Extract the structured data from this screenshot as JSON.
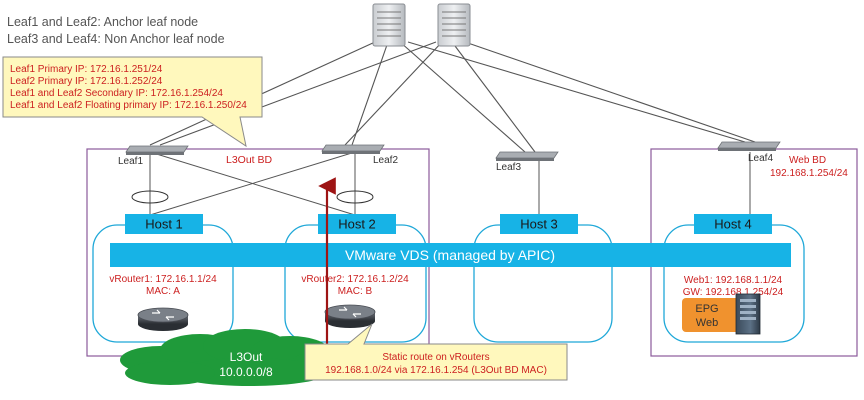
{
  "legend": {
    "line1": "Leaf1 and Leaf2: Anchor leaf node",
    "line2": "Leaf3 and Leaf4: Non Anchor leaf node"
  },
  "ip_callout": {
    "lines": [
      "Leaf1 Primary IP: 172.16.1.251/24",
      "Leaf2 Primary IP: 172.16.1.252/24",
      "Leaf1 and Leaf2 Secondary IP: 172.16.1.254/24",
      "Leaf1 and Leaf2 Floating primary IP: 172.16.1.250/24"
    ]
  },
  "leaves": {
    "leaf1": "Leaf1",
    "leaf2": "Leaf2",
    "leaf3": "Leaf3",
    "leaf4": "Leaf4"
  },
  "l3out_bd": "L3Out BD",
  "web_bd": {
    "line1": "Web BD",
    "line2": "192.168.1.254/24"
  },
  "hosts": {
    "host1": "Host 1",
    "host2": "Host 2",
    "host3": "Host 3",
    "host4": "Host 4"
  },
  "vds_label": "VMware VDS (managed by APIC)",
  "vrouter1": {
    "line1": "vRouter1: 172.16.1.1/24",
    "line2": "MAC: A"
  },
  "vrouter2": {
    "line1": "vRouter2: 172.16.1.2/24",
    "line2": "MAC: B"
  },
  "web1": {
    "line1": "Web1: 192.168.1.1/24",
    "line2": "GW: 192.168.1.254/24"
  },
  "epg": {
    "line1": "EPG",
    "line2": "Web"
  },
  "l3out_cloud": {
    "line1": "L3Out",
    "line2": "10.0.0.0/8"
  },
  "static_route": {
    "line1": "Static route on vRouters",
    "line2": "192.168.1.0/24 via 172.16.1.254 (L3Out BD MAC)"
  },
  "colors": {
    "vds": "#17b3e6",
    "host_border": "#1fa8d8",
    "box_border": "#8b5a9b",
    "callout_fill": "#fff8bd",
    "cloud": "#1f9a3a",
    "red_text": "#cc1f1f",
    "arrow": "#9e1414"
  }
}
